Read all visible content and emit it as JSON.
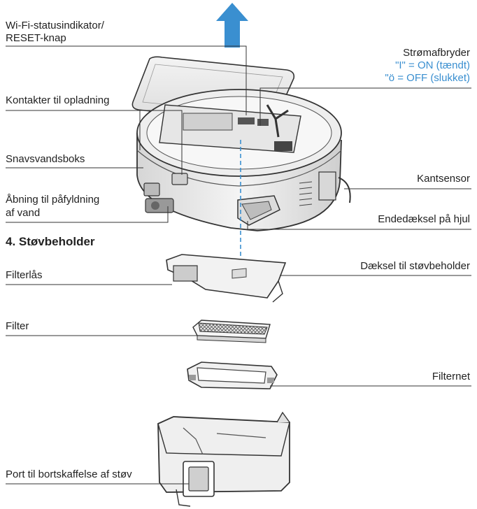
{
  "labels": {
    "wifi_1": "Wi-Fi-statusindikator/",
    "wifi_2": "RESET-knap",
    "power_title": "Strømafbryder",
    "power_on": "\"I\" = ON (tændt)",
    "power_off": "\"ö = OFF (slukket)",
    "charging": "Kontakter til opladning",
    "dirty_water": "Snavsvandsboks",
    "water_fill_1": "Åbning til påfyldning",
    "water_fill_2": "af vand",
    "edge_sensor": "Kantsensor",
    "wheel_cover": "Endedæksel på hjul",
    "dustbin_heading": "4. Støvbeholder",
    "filter_lock": "Filterlås",
    "dustbin_cover": "Dæksel til støvbeholder",
    "filter": "Filter",
    "filter_net": "Filternet",
    "dust_port": "Port til bortskaffelse af støv"
  },
  "colors": {
    "arrow": "#3a8fd0",
    "accent_text": "#3a8fd0",
    "line": "#333333"
  }
}
